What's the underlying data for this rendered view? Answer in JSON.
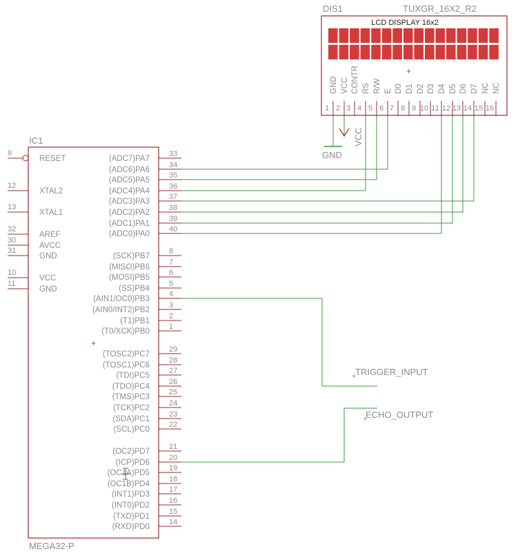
{
  "colors": {
    "part_outline": "#9a2a2a",
    "wire": "#3c9a3c",
    "text": "#8c8c8c",
    "lcd_cell": "#d53a3a",
    "lcd_label": "#202020",
    "origin_mark": "#cc3333"
  },
  "ic": {
    "name": "IC1",
    "value": "MEGA32-P",
    "left_pins": [
      {
        "num": "9",
        "label": "RESET",
        "inverted": true
      },
      {
        "num": "12",
        "label": "XTAL2"
      },
      {
        "num": "13",
        "label": "XTAL1"
      },
      {
        "num": "32",
        "label": "AREF"
      },
      {
        "num": "30",
        "label": "AVCC"
      },
      {
        "num": "31",
        "label": "GND"
      },
      {
        "num": "10",
        "label": "VCC"
      },
      {
        "num": "11",
        "label": "GND"
      }
    ],
    "right_pins": [
      {
        "num": "33",
        "label": "(ADC7)PA7"
      },
      {
        "num": "34",
        "label": "(ADC6)PA6"
      },
      {
        "num": "35",
        "label": "(ADC5)PA5"
      },
      {
        "num": "36",
        "label": "(ADC4)PA4"
      },
      {
        "num": "37",
        "label": "(ADC3)PA3"
      },
      {
        "num": "38",
        "label": "(ADC2)PA2"
      },
      {
        "num": "39",
        "label": "(ADC1)PA1"
      },
      {
        "num": "40",
        "label": "(ADC0)PA0"
      },
      {
        "num": "8",
        "label": "(SCK)PB7"
      },
      {
        "num": "7",
        "label": "(MISO)PB6"
      },
      {
        "num": "6",
        "label": "(MOSI)PB5"
      },
      {
        "num": "5",
        "label": "(SS)PB4"
      },
      {
        "num": "4",
        "label": "(AIN1/OC0)PB3"
      },
      {
        "num": "3",
        "label": "(AIN0/INT2)PB2"
      },
      {
        "num": "2",
        "label": "(T1)PB1"
      },
      {
        "num": "1",
        "label": "(T0/XCK)PB0"
      },
      {
        "num": "29",
        "label": "(TOSC2)PC7"
      },
      {
        "num": "28",
        "label": "(TOSC1)PC6"
      },
      {
        "num": "27",
        "label": "(TDI)PC5"
      },
      {
        "num": "26",
        "label": "(TDO)PC4"
      },
      {
        "num": "25",
        "label": "(TMS)PC3"
      },
      {
        "num": "24",
        "label": "(TCK)PC2"
      },
      {
        "num": "23",
        "label": "(SDA)PC1"
      },
      {
        "num": "22",
        "label": "(SCL)PC0"
      },
      {
        "num": "21",
        "label": "(OC2)PD7"
      },
      {
        "num": "20",
        "label": "(ICP)PD6"
      },
      {
        "num": "19",
        "label": "(OC1A)PD5"
      },
      {
        "num": "18",
        "label": "(OC1B)PD4"
      },
      {
        "num": "17",
        "label": "(INT1)PD3"
      },
      {
        "num": "16",
        "label": "(INT0)PD2"
      },
      {
        "num": "15",
        "label": "(TXD)PD1"
      },
      {
        "num": "14",
        "label": "(RXD)PD0"
      }
    ]
  },
  "lcd": {
    "name": "DIS1",
    "value": "TUXGR_16X2_R2",
    "title": "LCD DISPLAY 16x2",
    "rows": 2,
    "cols": 16,
    "pins": [
      {
        "num": "1",
        "label": "GND"
      },
      {
        "num": "2",
        "label": "VCC"
      },
      {
        "num": "3",
        "label": "CONTR"
      },
      {
        "num": "4",
        "label": "RS"
      },
      {
        "num": "5",
        "label": "R/W"
      },
      {
        "num": "6",
        "label": "E"
      },
      {
        "num": "7",
        "label": "D0"
      },
      {
        "num": "8",
        "label": "D1"
      },
      {
        "num": "9",
        "label": "D2"
      },
      {
        "num": "10",
        "label": "D3"
      },
      {
        "num": "11",
        "label": "D4"
      },
      {
        "num": "12",
        "label": "D5"
      },
      {
        "num": "13",
        "label": "D6"
      },
      {
        "num": "14",
        "label": "D7"
      },
      {
        "num": "15",
        "label": "NC"
      },
      {
        "num": "16",
        "label": "NC"
      }
    ]
  },
  "supply": {
    "gnd_label": "GND",
    "vcc_label": "VCC"
  },
  "nets": {
    "trigger_label": "TRIGGER_INPUT",
    "echo_label": "ECHO_OUTPUT"
  },
  "connections": [
    {
      "from": "PA6",
      "to": "E"
    },
    {
      "from": "PA5",
      "to": "R/W"
    },
    {
      "from": "PA4",
      "to": "RS"
    },
    {
      "from": "PA3",
      "to": "D7"
    },
    {
      "from": "PA2",
      "to": "D6"
    },
    {
      "from": "PA1",
      "to": "D5"
    },
    {
      "from": "PA0",
      "to": "D4"
    },
    {
      "from": "PB3",
      "to": "TRIGGER_INPUT"
    },
    {
      "from": "PD6",
      "to": "ECHO_OUTPUT"
    }
  ]
}
